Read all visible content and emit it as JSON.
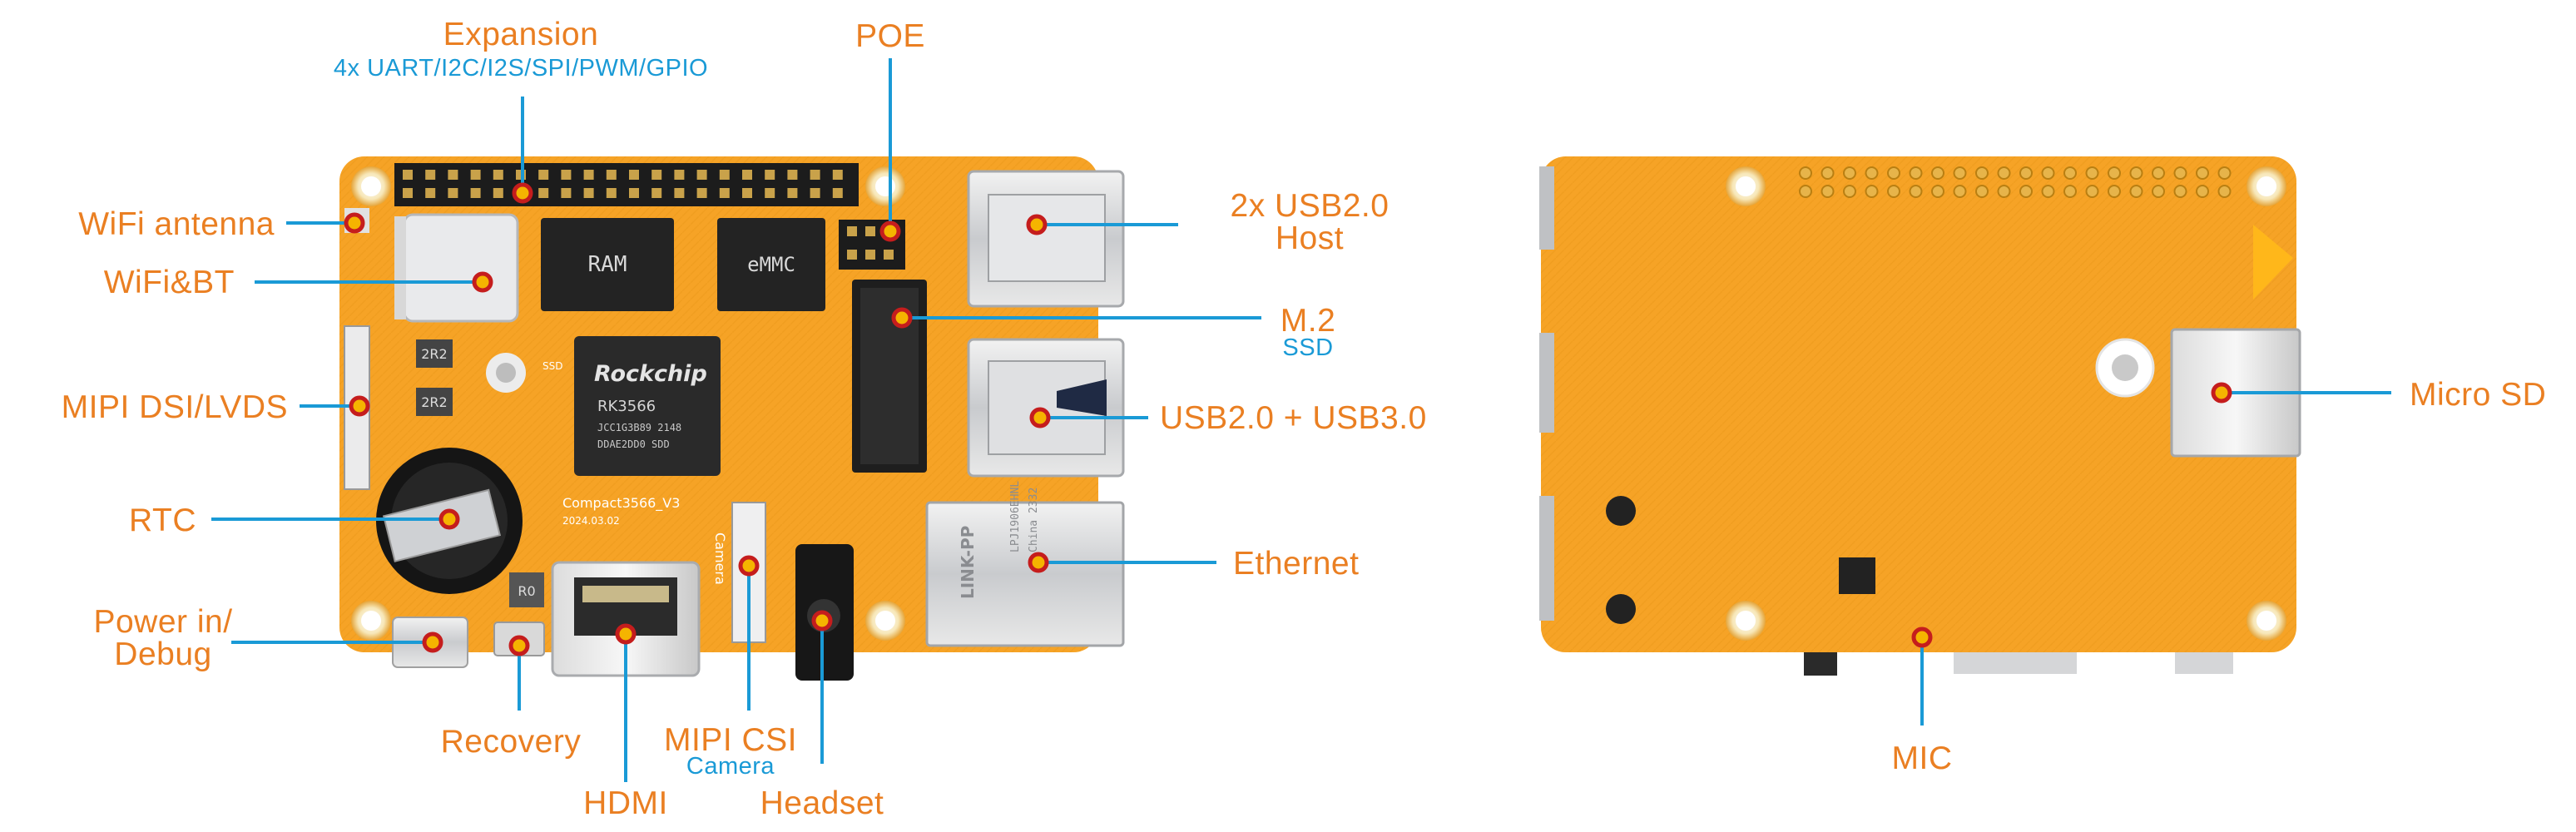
{
  "front_labels": {
    "expansion": "Expansion",
    "expansion_sub": "4x UART/I2C/I2S/SPI/PWM/GPIO",
    "poe": "POE",
    "wifi_antenna": "WiFi antenna",
    "wifi_bt": "WiFi&BT",
    "mipi_dsi": "MIPI DSI/LVDS",
    "rtc": "RTC",
    "power_in_line1": "Power in/",
    "power_in_line2": "Debug",
    "recovery": "Recovery",
    "hdmi": "HDMI",
    "mipi_csi": "MIPI CSI",
    "mipi_csi_sub": "Camera",
    "headset": "Headset",
    "usb2_host_line1": "2x USB2.0",
    "usb2_host_line2": "Host",
    "m2": "M.2",
    "m2_sub": "SSD",
    "usb_combo": "USB2.0 + USB3.0",
    "ethernet": "Ethernet"
  },
  "back_labels": {
    "micro_sd": "Micro SD",
    "mic": "MIC"
  },
  "board_silkscreen": {
    "ram": "RAM",
    "emmc": "eMMC",
    "soc_brand": "Rockchip",
    "soc_model": "RK3566",
    "soc_line1": "JCC1G3B89 2148",
    "soc_line2": "DDAE2DD0 SDD",
    "board_name": "Compact3566_V3",
    "board_date": "2024.03.02",
    "camera": "Camera",
    "r2r_1": "2R2",
    "r2r_2": "2R2",
    "r0": "R0",
    "ssd": "SSD",
    "linkpp": "LINK-PP",
    "linkpp_1": "LPJ1906EHNL",
    "linkpp_2": "China 2332"
  },
  "colors": {
    "label_orange": "#ea7f22",
    "label_blue": "#1a9ad6",
    "leader_blue": "#1a9ad6",
    "board_orange": "#f6a326",
    "marker_fill": "#f5b400",
    "marker_ring": "#c51d1d"
  }
}
